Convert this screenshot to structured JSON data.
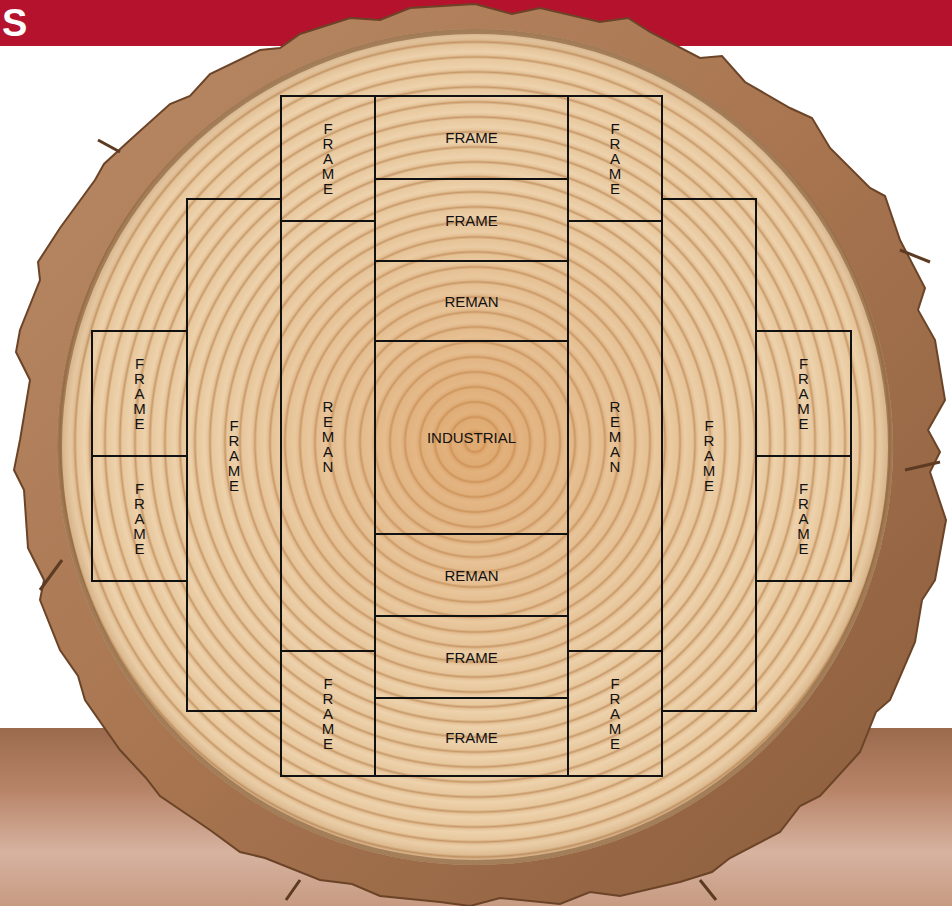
{
  "diagram": {
    "title": "S",
    "nodes": [
      {
        "text": [
          "FRAME"
        ]
      },
      {
        "text": [
          "FRAME"
        ]
      },
      {
        "text": [
          "FRAME"
        ]
      },
      {
        "text": [
          "FRAME"
        ]
      },
      {
        "text": [
          "FRAME"
        ]
      },
      {
        "text": [
          "FRAME"
        ]
      },
      {
        "text": [
          "REMAN"
        ]
      },
      {
        "text": [
          "REMAN"
        ]
      },
      {
        "text": [
          "REMAN"
        ]
      },
      {
        "text": [
          "FRAME"
        ]
      },
      {
        "text": [
          "FRAME"
        ]
      },
      {
        "text": [
          "INDUSTRIAL"
        ]
      },
      {
        "text": [
          "FRAME"
        ]
      },
      {
        "text": [
          "FRAME"
        ]
      },
      {
        "text": [
          "REMAN"
        ]
      },
      {
        "text": [
          "FRAME"
        ]
      },
      {
        "text": [
          "FRAME"
        ]
      },
      {
        "text": [
          "FRAME"
        ]
      },
      {
        "text": [
          "FRAME"
        ]
      }
    ]
  }
}
